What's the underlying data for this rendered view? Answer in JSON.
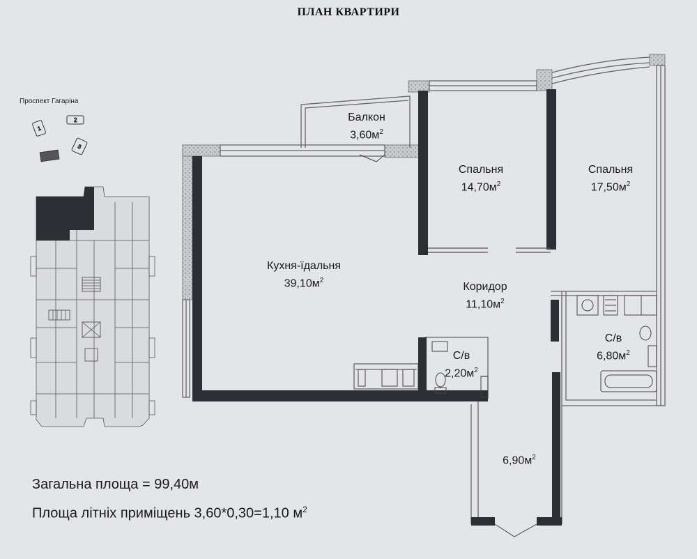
{
  "title": "ПЛАН КВАРТИРИ",
  "location": {
    "street": "Проспект Гагаріна",
    "buildings": [
      "1",
      "2",
      "3"
    ]
  },
  "rooms": [
    {
      "id": "balcony",
      "name": "Балкон",
      "area": "3,60м",
      "sup": "2"
    },
    {
      "id": "bedroom1",
      "name": "Спальня",
      "area": "14,70м",
      "sup": "2"
    },
    {
      "id": "bedroom2",
      "name": "Спальня",
      "area": "17,50м",
      "sup": "2"
    },
    {
      "id": "kitchen",
      "name": "Кухня-їдальня",
      "area": "39,10м",
      "sup": "2"
    },
    {
      "id": "corridor",
      "name": "Коридор",
      "area": "11,10м",
      "sup": "2"
    },
    {
      "id": "wc1",
      "name": "С/в",
      "area": "2,20м",
      "sup": "2"
    },
    {
      "id": "wc2",
      "name": "С/в",
      "area": "6,80м",
      "sup": "2"
    },
    {
      "id": "hall",
      "name": "",
      "area": "6,90м",
      "sup": "2"
    }
  ],
  "summary": {
    "total": "Загальна площа = 99,40м",
    "summer_prefix": "Площа літніх приміщень  3,60*0,30=1,10 м",
    "summer_sup": "2"
  },
  "colors": {
    "wall": "#2b2e33",
    "hatch": "#9a9da2",
    "paper": "#e3e5e8",
    "line": "#5a5d62",
    "highlight": "#2b2e33"
  }
}
